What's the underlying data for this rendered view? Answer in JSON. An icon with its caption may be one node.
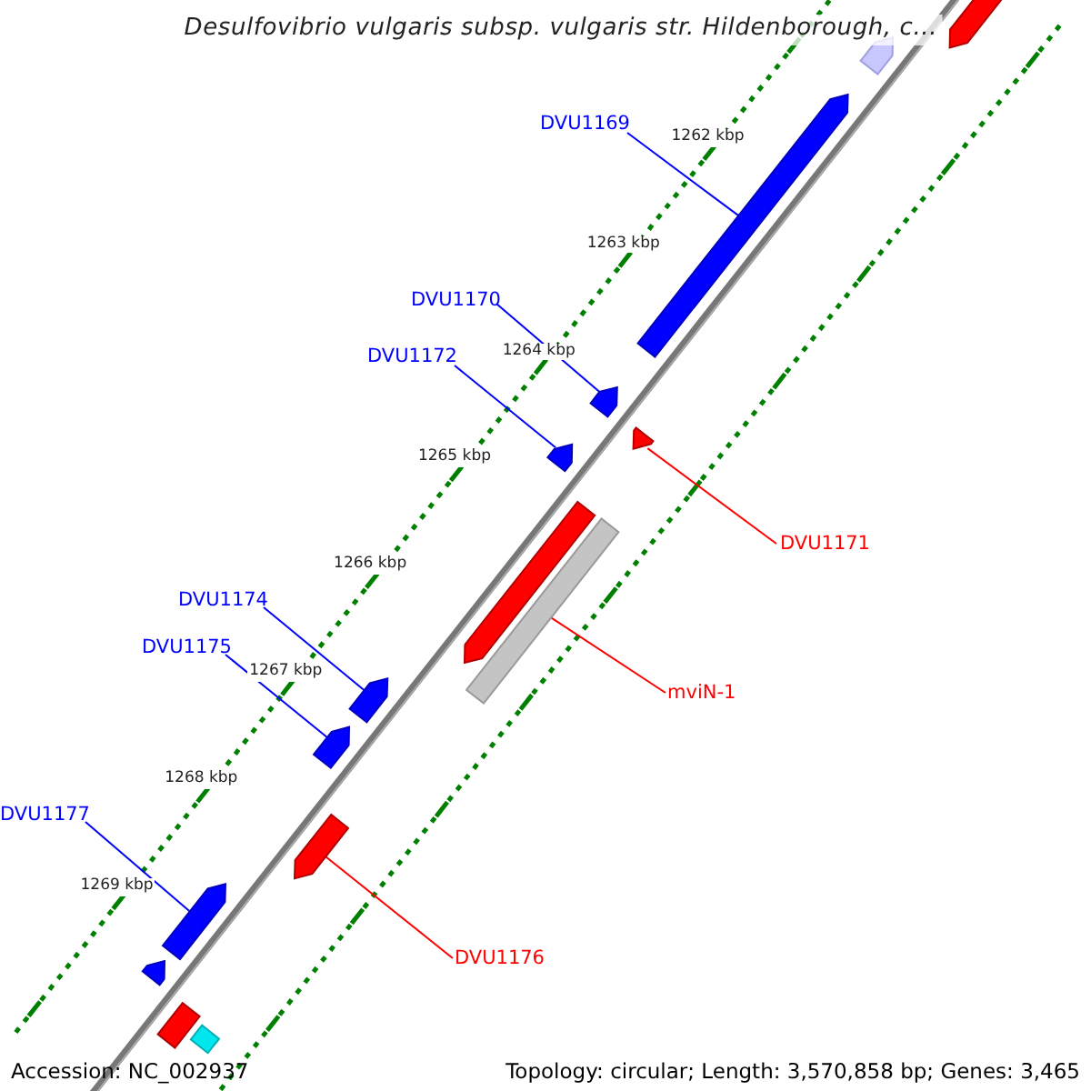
{
  "diagram": {
    "title": "Desulfovibrio vulgaris subsp. vulgaris str. Hildenborough, c...",
    "nodes": [
      {
        "text": [
          "DVU1169"
        ]
      },
      {
        "text": [],
        "shape": "bar"
      },
      {
        "text": [
          "DVU1170"
        ]
      },
      {
        "text": [],
        "shape": "bar"
      },
      {
        "text": [
          "DVU1172"
        ]
      },
      {
        "text": [],
        "shape": "bar"
      },
      {
        "text": [
          "DVU1171"
        ]
      },
      {
        "text": [],
        "shape": "bar"
      },
      {
        "text": [
          "DVU1174"
        ]
      },
      {
        "text": [],
        "shape": "bar"
      },
      {
        "text": [
          "DVU1175"
        ]
      },
      {
        "text": [],
        "shape": "bar"
      },
      {
        "text": [
          "mviN-1"
        ]
      },
      {
        "text": [],
        "shape": "bar"
      },
      {
        "text": [
          "DVU1177"
        ]
      },
      {
        "text": [],
        "shape": "bar"
      },
      {
        "text": [
          "DVU1176"
        ]
      },
      {
        "text": [],
        "shape": "bar"
      },
      {
        "text": [],
        "shape": "bar"
      },
      {
        "text": [],
        "shape": "bar"
      },
      {
        "text": [],
        "shape": "bar"
      },
      {
        "text": [],
        "shape": "bar"
      },
      {
        "text": [],
        "shape": "bar"
      },
      {
        "text": [],
        "shape": "bar"
      }
    ],
    "edges": [
      {
        "from": 0,
        "to": 1,
        "arrow": "none"
      },
      {
        "from": 2,
        "to": 3,
        "arrow": "none"
      },
      {
        "from": 4,
        "to": 5,
        "arrow": "none"
      },
      {
        "from": 6,
        "to": 7,
        "arrow": "none",
        "color": "#ff0000"
      },
      {
        "from": 8,
        "to": 9,
        "arrow": "none"
      },
      {
        "from": 10,
        "to": 11,
        "arrow": "none"
      },
      {
        "from": 12,
        "to": 13,
        "arrow": "none",
        "color": "#ff0000"
      },
      {
        "from": 14,
        "to": 15,
        "arrow": "none"
      },
      {
        "from": 16,
        "to": 17,
        "arrow": "none",
        "color": "#ff0000"
      }
    ],
    "labels": [
      "1262 kbp",
      "1263 kbp",
      "1264 kbp",
      "1265 kbp",
      "1266 kbp",
      "1267 kbp",
      "1268 kbp",
      "1269 kbp",
      "Accession: NC_002937",
      "Topology: circular; Length: 3,570,858 bp; Genes: 3,465"
    ]
  }
}
